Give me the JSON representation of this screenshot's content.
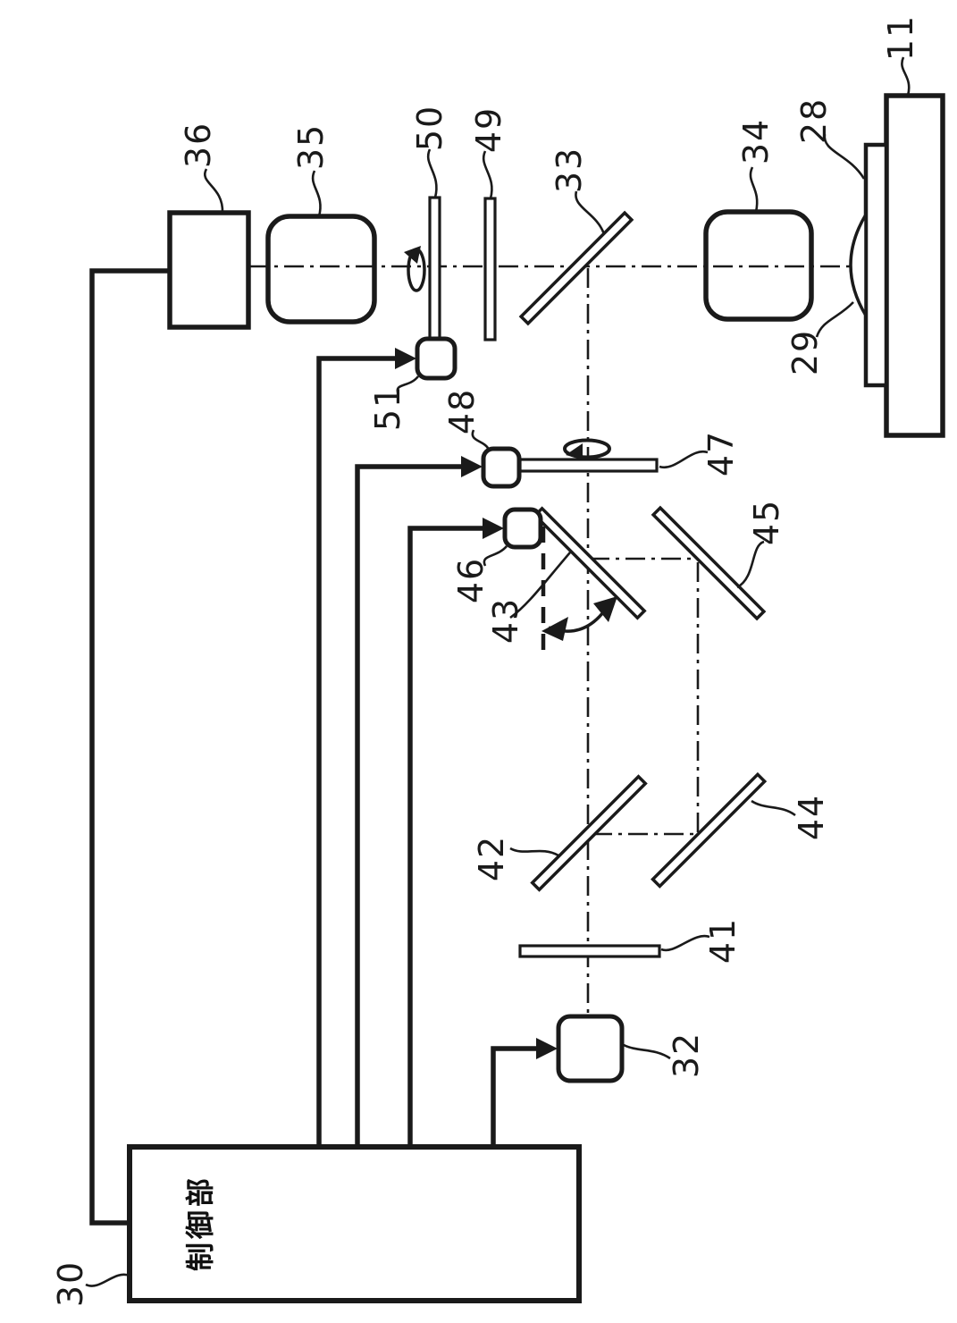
{
  "figure": {
    "type": "optical-system-patent-diagram",
    "control_unit": {
      "text": "制御部",
      "ref": "30"
    },
    "labels": {
      "stage11": "11",
      "holder28": "28",
      "lens29": "29",
      "control30": "30",
      "source32": "32",
      "mirror33": "33",
      "lens34": "34",
      "lens35": "35",
      "unit36": "36",
      "plate41": "41",
      "mirror42": "42",
      "mirror43": "43",
      "mirror44": "44",
      "mirror45": "45",
      "motor46": "46",
      "plate47": "47",
      "motor48": "48",
      "plate49": "49",
      "plate50": "50",
      "motor51": "51"
    },
    "icons": {
      "rotation_indicator": "ellipse-arrow",
      "actuation_arrow": "filled-triangle-arrow"
    },
    "colors": {
      "line": "#1a1a1a",
      "background": "#ffffff"
    }
  }
}
